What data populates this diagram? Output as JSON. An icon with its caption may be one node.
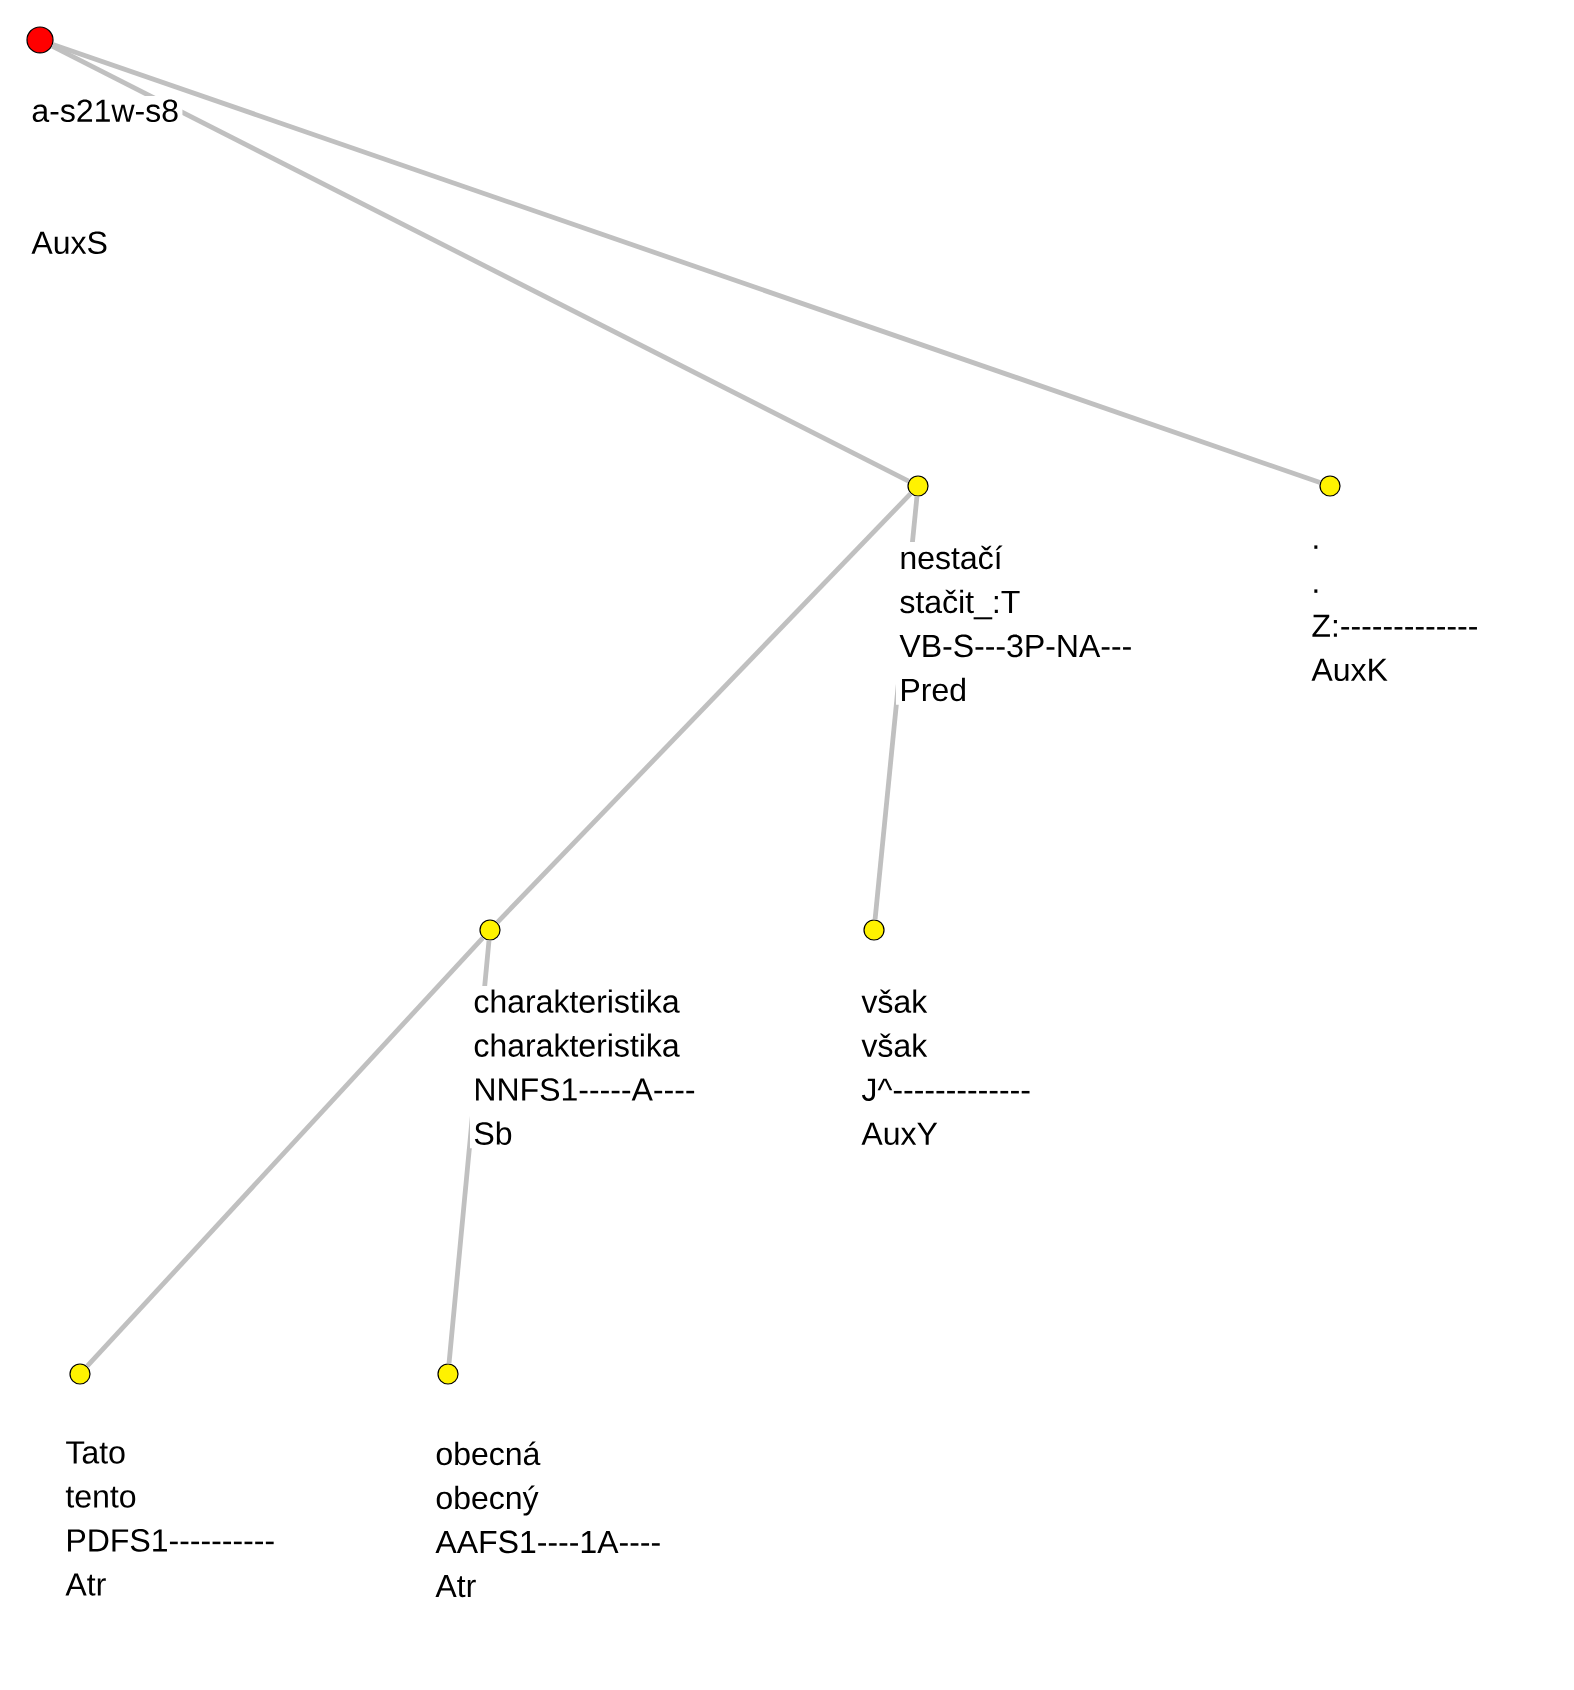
{
  "diagram": {
    "nodes": [
      {
        "text": [
          "a-s21w-s8",
          "AuxS"
        ]
      },
      {
        "text": [
          "nestačí",
          "stačit_:T",
          "VB-S---3P-NA---",
          "Pred"
        ]
      },
      {
        "text": [
          ".",
          ".",
          "Z:-------------",
          "AuxK"
        ]
      },
      {
        "text": [
          "charakteristika",
          "charakteristika",
          "NNFS1-----A----",
          "Sb"
        ]
      },
      {
        "text": [
          "však",
          "však",
          "J^-------------",
          "AuxY"
        ]
      },
      {
        "text": [
          "Tato",
          "tento",
          "PDFS1----------",
          "Atr"
        ]
      },
      {
        "text": [
          "obecná",
          "obecný",
          "AAFS1----1A----",
          "Atr"
        ]
      }
    ],
    "edges": [
      {
        "from": 0,
        "to": 1,
        "arrow": "none"
      },
      {
        "from": 0,
        "to": 2,
        "arrow": "none"
      },
      {
        "from": 1,
        "to": 3,
        "arrow": "none"
      },
      {
        "from": 1,
        "to": 4,
        "arrow": "none"
      },
      {
        "from": 3,
        "to": 5,
        "arrow": "none"
      },
      {
        "from": 3,
        "to": 6,
        "arrow": "none"
      }
    ]
  }
}
